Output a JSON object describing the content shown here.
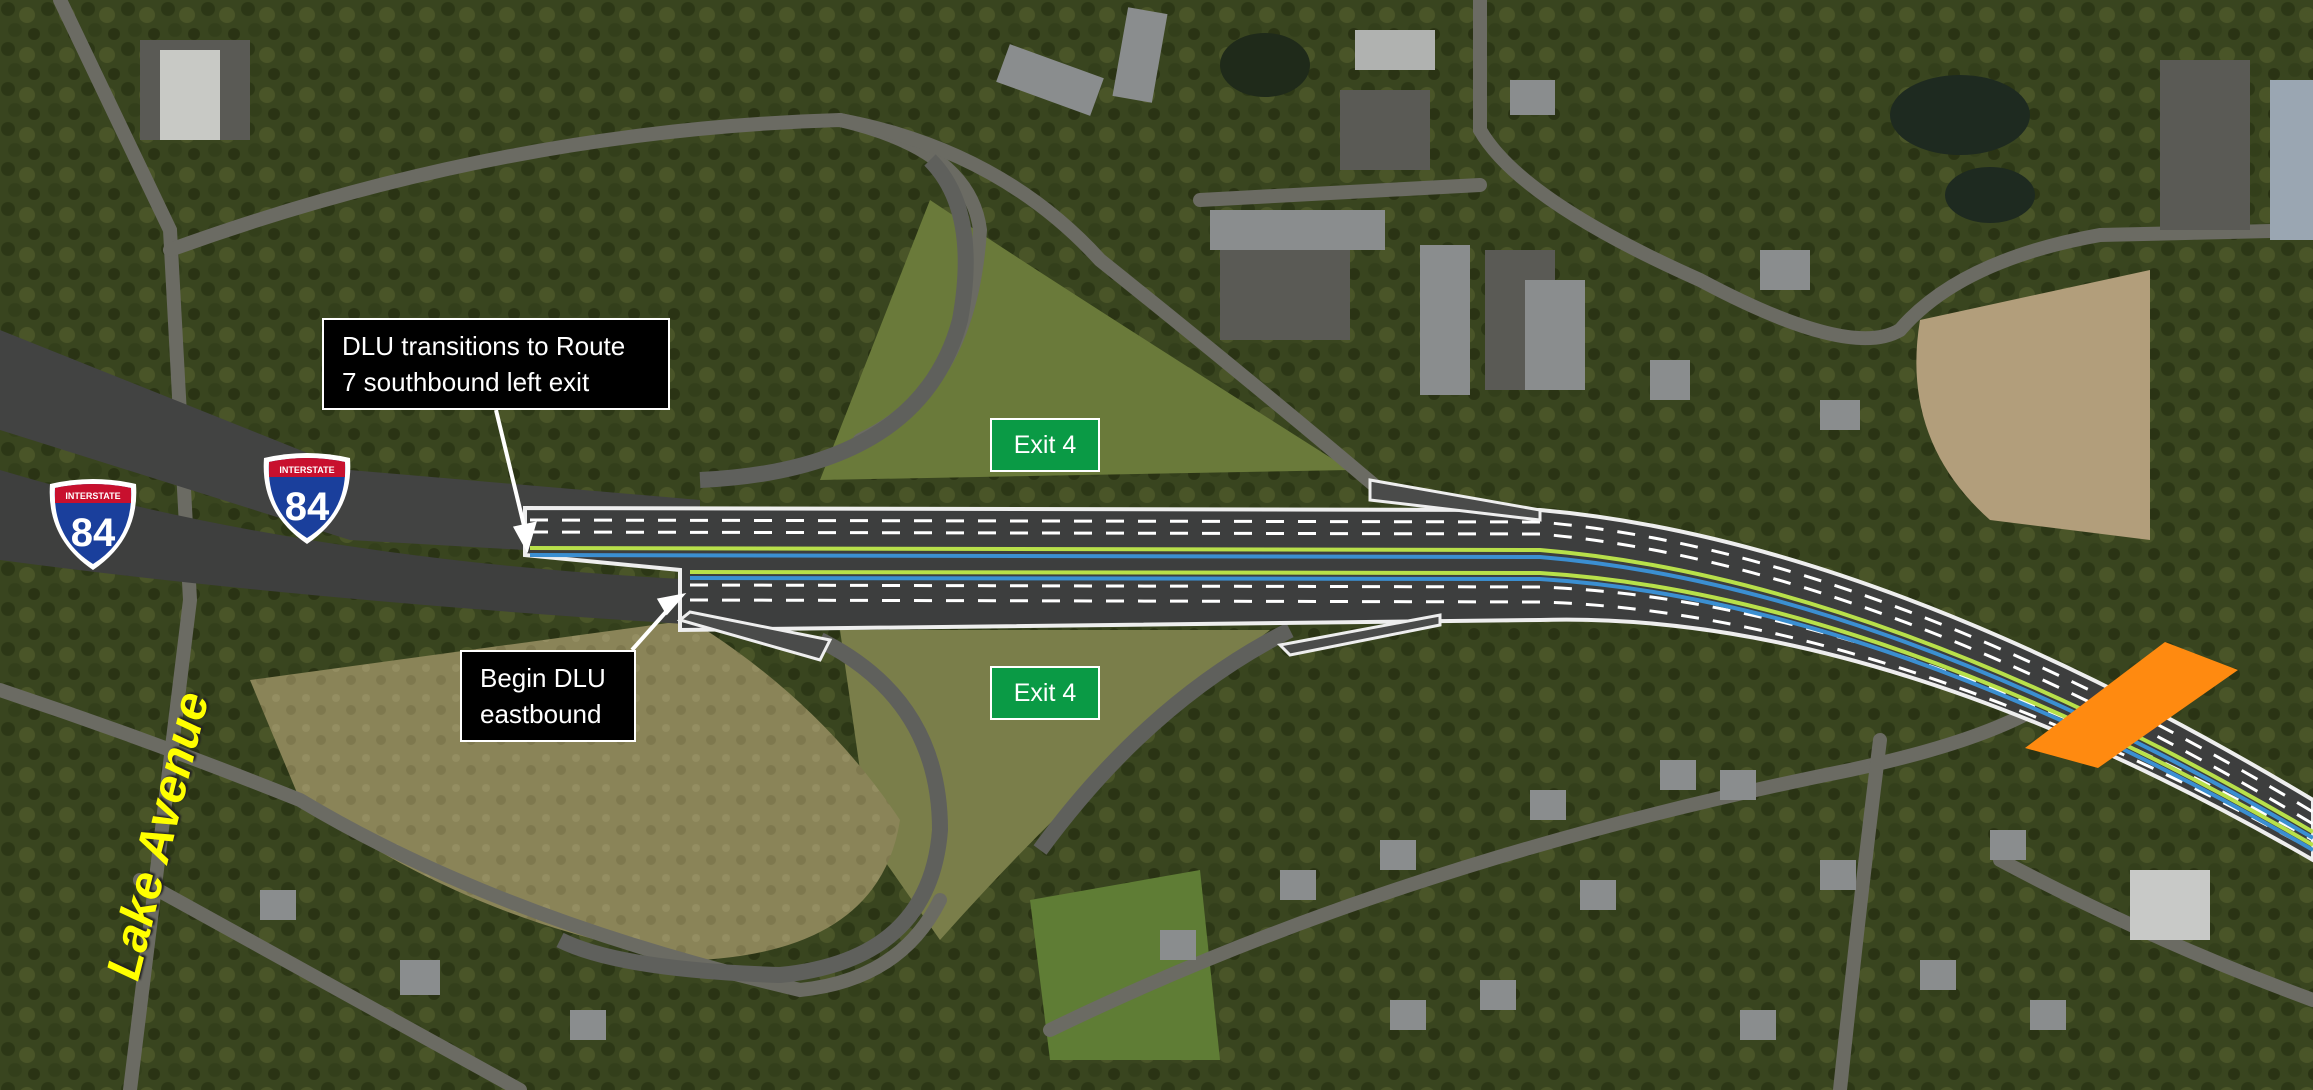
{
  "callouts": {
    "dlu_transition": {
      "line1": "DLU transitions to Route",
      "line2": "7 southbound left exit"
    },
    "begin_dlu": {
      "line1": "Begin DLU",
      "line2": "eastbound"
    }
  },
  "exit_labels": {
    "north": "Exit 4",
    "south": "Exit 4"
  },
  "street_label": "Lake Avenue",
  "shields": {
    "left": {
      "banner": "INTERSTATE",
      "number": "84"
    },
    "right": {
      "banner": "INTERSTATE",
      "number": "84"
    }
  },
  "colors": {
    "vegetation": "#39451f",
    "highway": "#3d3e3e",
    "lane_green": "#b8e04a",
    "lane_blue": "#3b8fd1",
    "bridge_orange": "#ff8a10",
    "callout_bg": "#000000",
    "exit_green": "#0a9a45",
    "shield_blue": "#1a3f9c",
    "shield_red": "#c8102e",
    "street_label": "#ffff00"
  },
  "icons": {
    "shields": "interstate-shield-icon",
    "arrows": "callout-arrow-icon",
    "bridge": "bridge-marker-icon"
  }
}
